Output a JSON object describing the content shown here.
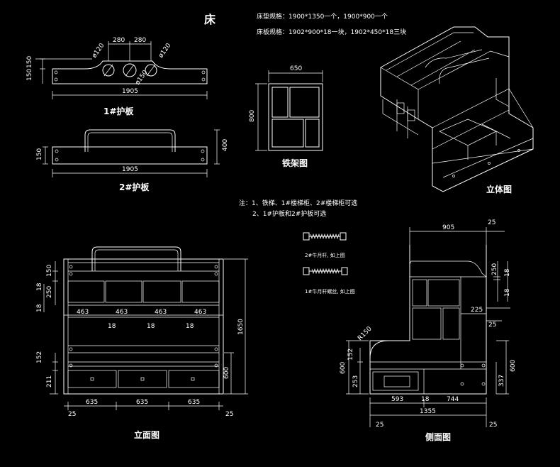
{
  "title": "床",
  "spec": {
    "line1": "床垫规格：1900*1350一个，1900*900一个",
    "line2": "床板规格：1902*900*18一块，1902*450*18三块"
  },
  "notes": {
    "line1": "注：1、铁梯、1#楼梯柜、2#楼梯柜可选",
    "line2": "2、1#护板和2#护板可选"
  },
  "guard1": {
    "caption": "1#护板",
    "width": "1905",
    "h1": "150",
    "h2": "150",
    "sp1": "280",
    "sp2": "280",
    "d1": "ø120",
    "d2": "ø150",
    "d3": "ø120"
  },
  "guard2": {
    "caption": "2#护板",
    "width": "1905",
    "h_left": "150",
    "h_right": "400"
  },
  "iron": {
    "caption": "铁架图",
    "width": "650",
    "height": "800"
  },
  "iso": {
    "caption": "立体图"
  },
  "bolt1": {
    "label": "2#牛月杆, 如上图"
  },
  "bolt2": {
    "label": "1#牛月杆螺丝, 如上图"
  },
  "front": {
    "caption": "立面图",
    "shelf1": "463",
    "shelf2": "463",
    "shelf3": "463",
    "shelf4": "463",
    "gap1": "18",
    "gap2": "18",
    "gap3": "18",
    "d150": "150",
    "d18a": "18",
    "d250": "250",
    "d18b": "18",
    "height": "1650",
    "d152": "152",
    "d211": "211",
    "d600": "600",
    "w1": "635",
    "w2": "635",
    "w3": "635",
    "m1": "25",
    "m2": "25"
  },
  "side": {
    "caption": "侧面图",
    "top": "905",
    "t25": "25",
    "d250": "250",
    "d18a": "18",
    "d18b": "18",
    "d225": "225",
    "r150": "R150",
    "d25b": "25",
    "d152": "152",
    "d600l": "600",
    "d253": "253",
    "d600r": "600",
    "d337": "337",
    "w593": "593",
    "w18": "18",
    "w744": "744",
    "w1355": "1355",
    "m1": "25",
    "m2": "25"
  }
}
